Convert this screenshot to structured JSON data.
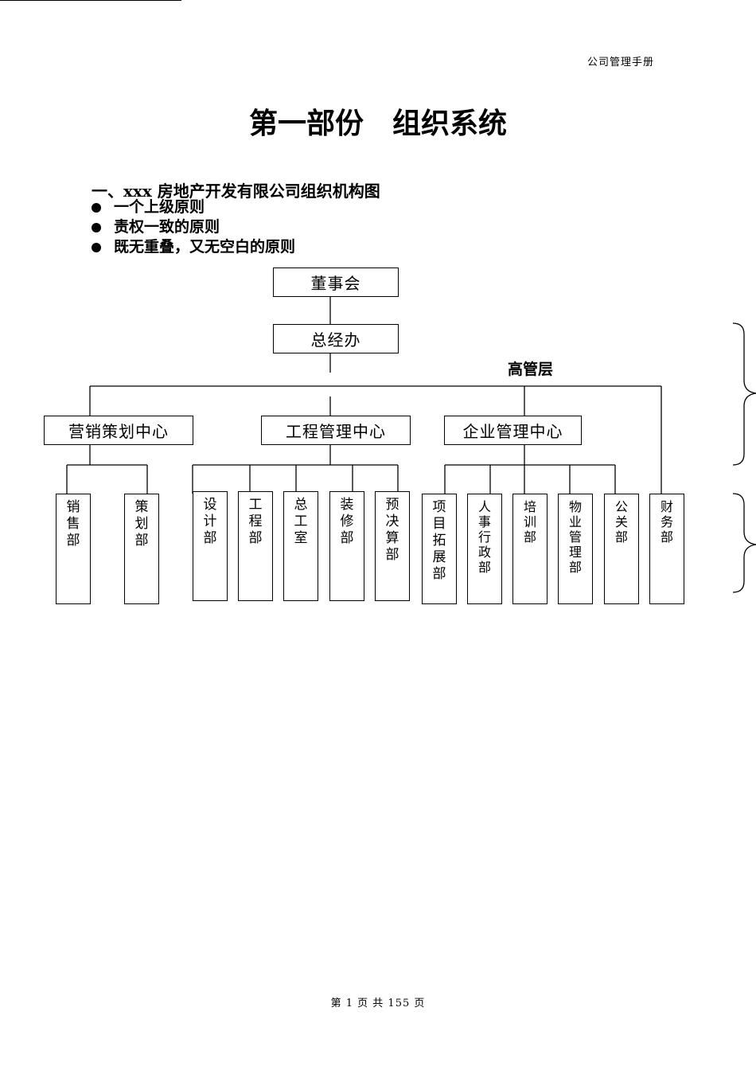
{
  "header": {
    "text": "公司管理手册"
  },
  "title": "第一部份　组织系统",
  "section": {
    "heading": "一、xxx 房地产开发有限公司组织机构图",
    "bullets": [
      "一个上级原则",
      "责权一致的原则",
      "既无重叠，又无空白的原则"
    ]
  },
  "org": {
    "board": "董事会",
    "gm_office": "总经办",
    "senior_layer_label": "高管层",
    "centers": [
      "营销策划中心",
      "工程管理中心",
      "企业管理中心"
    ],
    "departments": {
      "marketing": [
        "销售部",
        "策划部"
      ],
      "engineering": [
        "设计部",
        "工程部",
        "总工室",
        "装修部",
        "预决算部"
      ],
      "enterprise": [
        "项目拓展部",
        "人事行政部",
        "培训部",
        "物业管理部",
        "公关部"
      ],
      "direct": [
        "财务部"
      ]
    }
  },
  "footer": {
    "text": "第 1 页 共 155 页"
  }
}
